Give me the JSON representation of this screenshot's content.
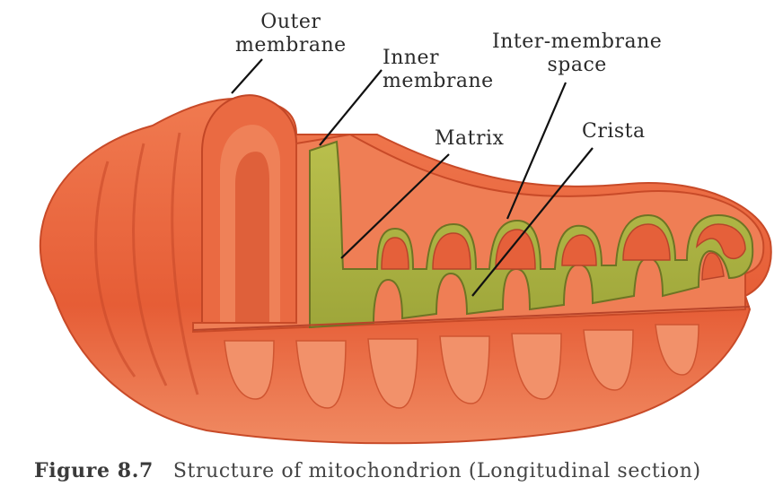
{
  "labels": {
    "outer_membrane": [
      "Outer",
      "membrane"
    ],
    "inner_membrane": [
      "Inner",
      "membrane"
    ],
    "intermembrane_space": [
      "Inter-membrane",
      "space"
    ],
    "matrix": "Matrix",
    "crista": "Crista"
  },
  "caption": {
    "figure_number": "Figure 8.7",
    "text": "Structure of mitochondrion (Longitudinal section)"
  },
  "colors": {
    "outer_surface": "#e8603a",
    "membrane_light": "#f08a5e",
    "matrix": "#a8b040",
    "matrix_light": "#c9cf6a",
    "pointer_lines": "#111111"
  }
}
